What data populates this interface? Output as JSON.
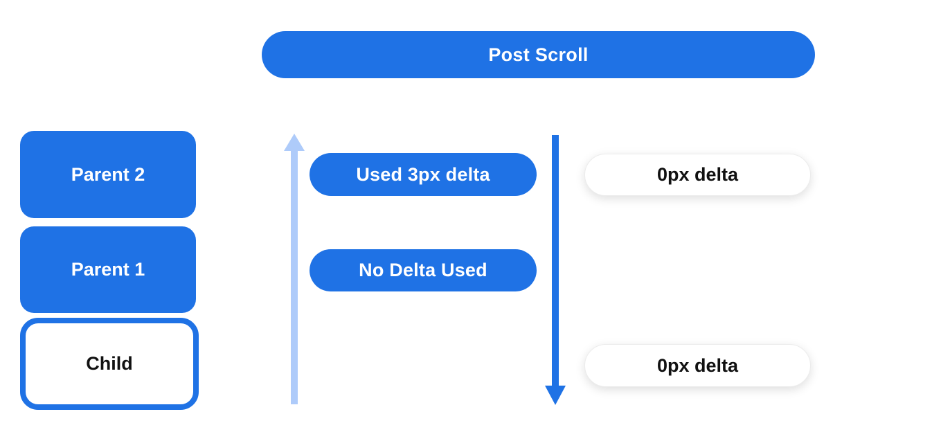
{
  "diagram": {
    "title": "Post Scroll",
    "colors": {
      "primary_blue": "#1f72e5",
      "light_blue": "#aecbfa",
      "surface_white": "#ffffff",
      "text_dark": "#111111"
    },
    "widget_stack": {
      "items": [
        {
          "label": "Parent 2",
          "variant": "blue-filled"
        },
        {
          "label": "Parent 1",
          "variant": "blue-filled"
        },
        {
          "label": "Child",
          "variant": "white-outlined"
        }
      ]
    },
    "arrows": [
      {
        "name": "upward-scroll-arrow",
        "direction": "up",
        "color": "#aecbfa"
      },
      {
        "name": "downward-scroll-arrow",
        "direction": "down",
        "color": "#1f72e5"
      }
    ],
    "delta_labels": {
      "used_delta": "Used 3px delta",
      "no_delta": "No Delta Used",
      "zero_delta_top": "0px delta",
      "zero_delta_bottom": "0px delta"
    }
  }
}
